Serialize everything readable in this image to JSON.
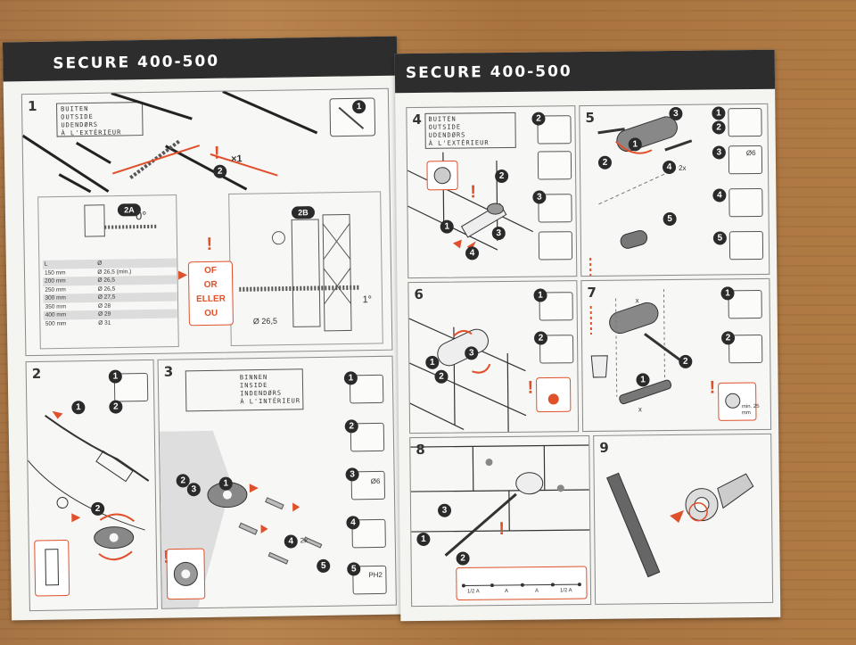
{
  "page_title": "SECURE 400-500",
  "step1": {
    "number": "1",
    "outside_label": [
      "BUITEN",
      "OUTSIDE",
      "UDENDØRS",
      "À L'EXTÉRIEUR"
    ],
    "callout_2": "2",
    "times_mark": "×1",
    "badge_1": "1",
    "badge_2a": "2A",
    "badge_2b": "2B",
    "angle_0": "0°",
    "angle_1": "1°",
    "drill_diameter": "Ø 26,5",
    "or_labels": [
      "OF",
      "OR",
      "ELLER",
      "OU"
    ],
    "table_header": [
      "L",
      "Ø"
    ],
    "table_rows": [
      [
        "150 mm",
        "Ø 26,5 (min.)"
      ],
      [
        "200 mm",
        "Ø 26,5"
      ],
      [
        "250 mm",
        "Ø 26,5"
      ],
      [
        "300 mm",
        "Ø 27,5"
      ],
      [
        "350 mm",
        "Ø 28"
      ],
      [
        "400 mm",
        "Ø 29"
      ],
      [
        "500 mm",
        "Ø 31"
      ]
    ]
  },
  "step2": {
    "number": "2",
    "badge_1": "1",
    "badge_2": "2"
  },
  "step3": {
    "number": "3",
    "inside_label": [
      "BINNEN",
      "INSIDE",
      "INDENDØRS",
      "À L'INTÉRIEUR"
    ],
    "badges": [
      "1",
      "2",
      "3",
      "4",
      "5"
    ],
    "qty": "2x",
    "drill_label": "Ø6",
    "bit_label": "PH2"
  },
  "step4": {
    "number": "4",
    "outside_label": [
      "BUITEN",
      "OUTSIDE",
      "UDENDØRS",
      "À L'EXTÉRIEUR"
    ],
    "badges": [
      "1",
      "2",
      "3",
      "4"
    ]
  },
  "step5": {
    "number": "5",
    "badges": [
      "1",
      "2",
      "3",
      "4",
      "5"
    ],
    "qty": "2x",
    "drill_label": "Ø6"
  },
  "step6": {
    "number": "6",
    "badges": [
      "1",
      "2",
      "3"
    ]
  },
  "step7": {
    "number": "7",
    "badges": [
      "1",
      "2"
    ],
    "dim_label": "x",
    "min_label": "min. 25 mm"
  },
  "step8": {
    "number": "8",
    "badges": [
      "1",
      "2",
      "3"
    ],
    "measure_labels": [
      "1/2 A",
      "A",
      "A",
      "1/2 A"
    ]
  },
  "step9": {
    "number": "9"
  },
  "colors": {
    "accent": "#e0502a",
    "header": "#2d2d2d",
    "paper": "#f4f4f1",
    "table": "#bdbdbd"
  }
}
